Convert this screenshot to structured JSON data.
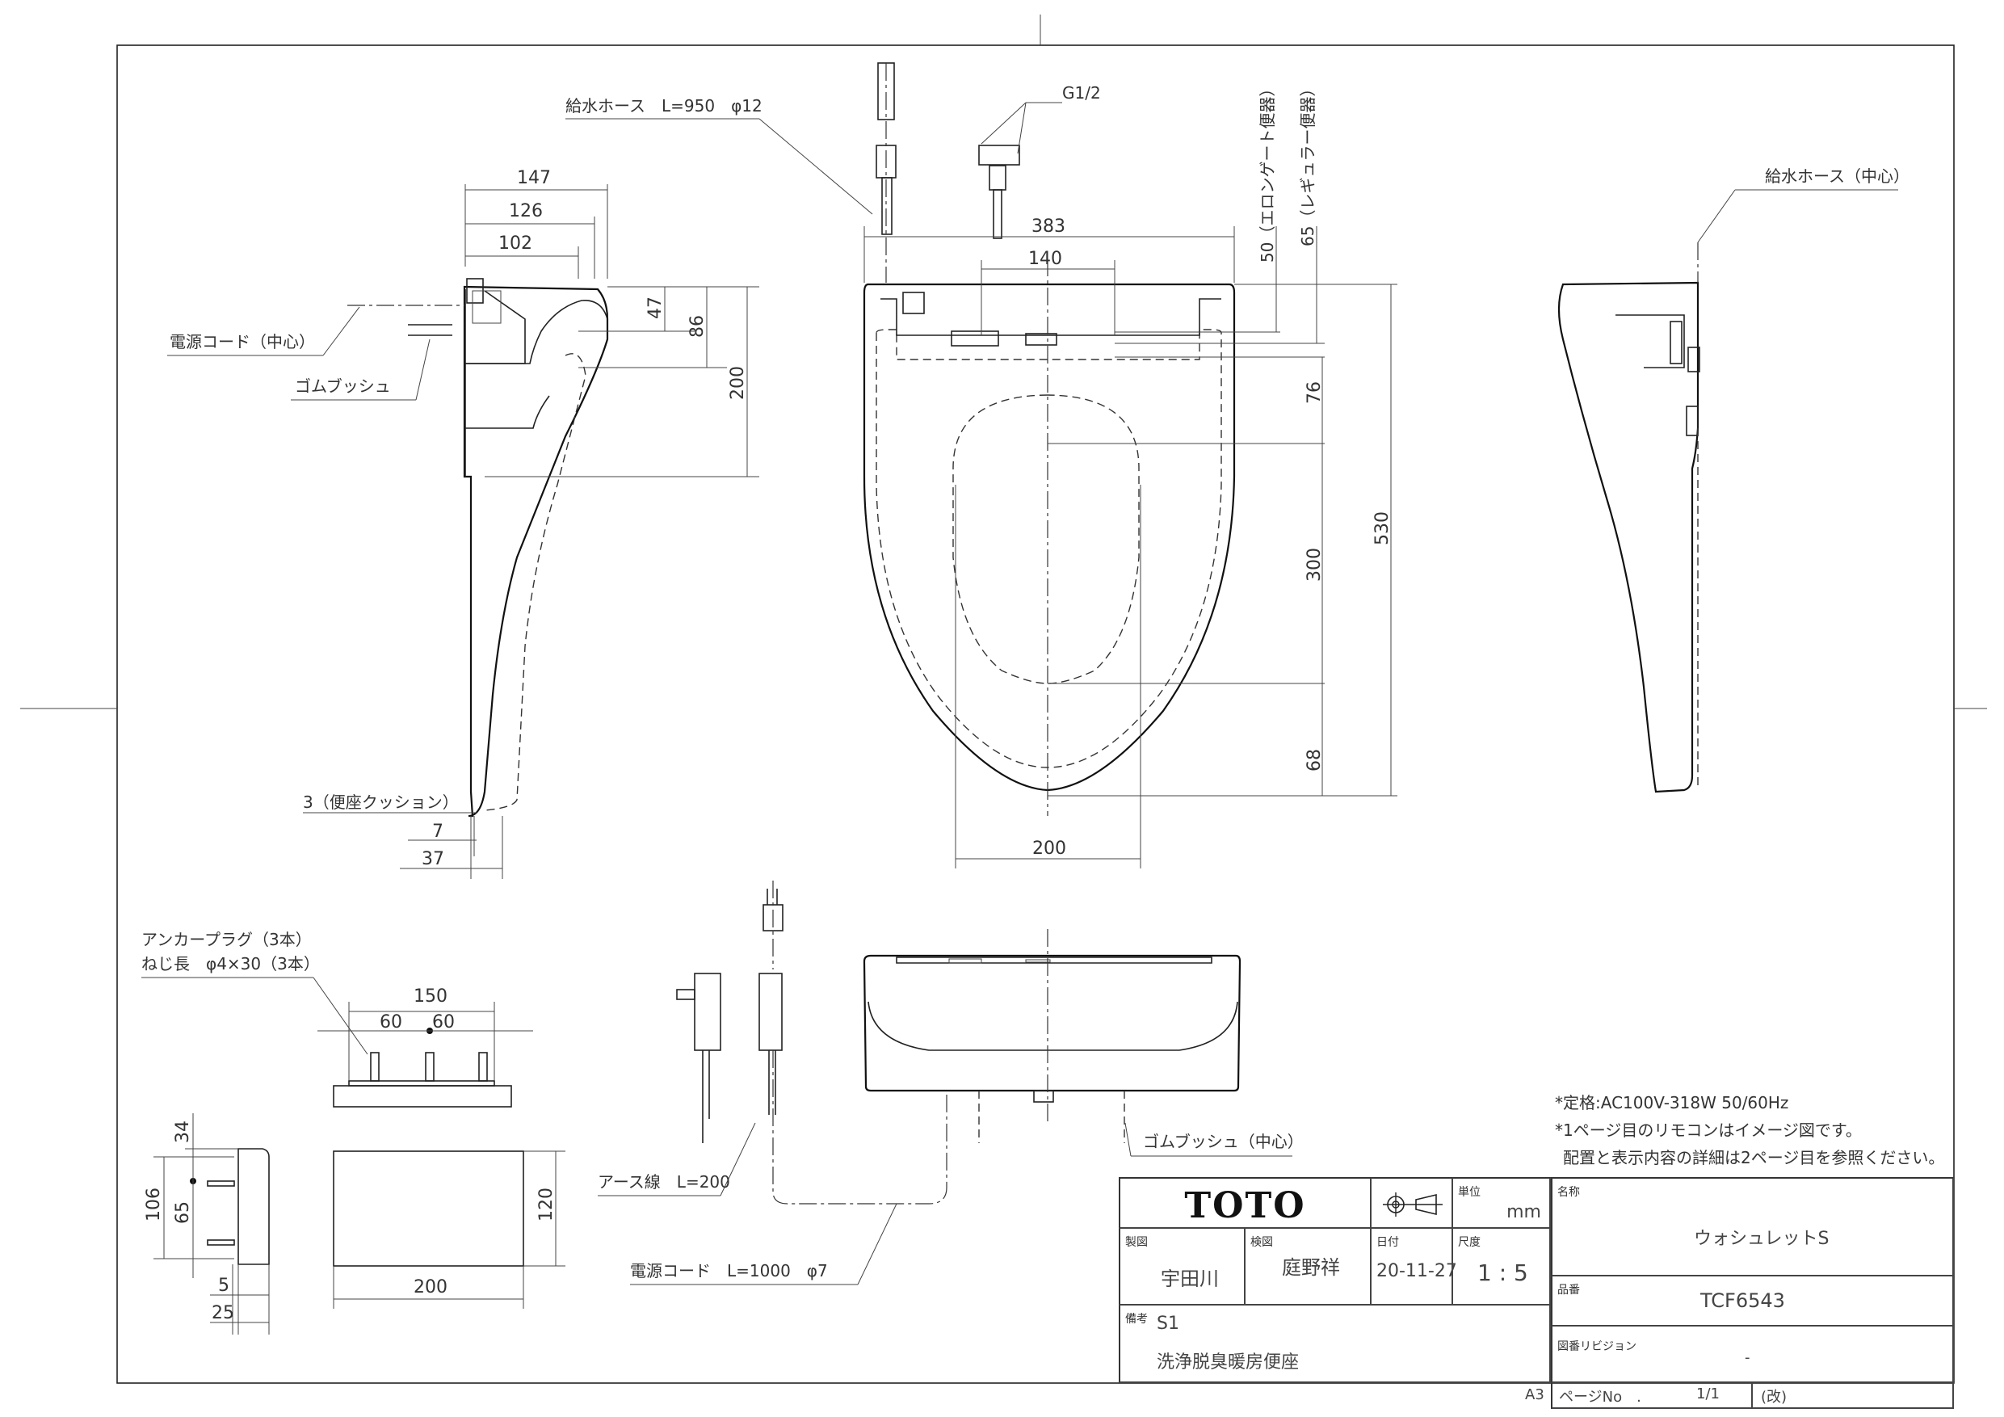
{
  "drawing": {
    "company": "TOTO",
    "paper_size": "A3",
    "unit_label": "単位",
    "unit": "mm",
    "projection_symbol": "third-angle-projection-icon"
  },
  "title_block": {
    "drafter_label": "製図",
    "drafter": "宇田川",
    "checker_label": "検図",
    "checker": "庭野祥",
    "date_label": "日付",
    "date": "20-11-27",
    "scale_label": "尺度",
    "scale": "1 : 5",
    "remarks_label": "備考",
    "remarks_code": "S1",
    "remarks_desc": "洗浄脱臭暖房便座",
    "name_label": "名称",
    "name": "ウォシュレットS",
    "part_no_label": "品番",
    "part_no": "TCF6543",
    "revision_label": "図番リビジョン",
    "revision": "-",
    "page_label": "ページNo　.",
    "page": "1/1",
    "revision_mark": "(改)"
  },
  "notes": [
    "*定格:AC100V-318W 50/60Hz",
    "*1ページ目のリモコンはイメージ図です。",
    "配置と表示内容の詳細は2ページ目を参照ください。"
  ],
  "callouts": {
    "supply_hose": "給水ホース　L=950　φ12",
    "g_thread": "G1/2",
    "supply_hose_center": "給水ホース（中心）",
    "power_cord_center": "電源コード（中心）",
    "rubber_bush": "ゴムブッシュ",
    "seat_cushion": "3（便座クッション）",
    "anchor_plug": "アンカープラグ（3本）",
    "screw": "ねじ長　φ4×30（3本）",
    "earth_wire": "アース線　L=200",
    "power_cord": "電源コード　L=1000　φ7",
    "rubber_bush_center": "ゴムブッシュ（中心）",
    "elongated": "50（エロンゲート便器）",
    "regular": "65（レギュラー便器）"
  },
  "dimensions": {
    "side_147": "147",
    "side_126": "126",
    "side_102": "102",
    "side_47": "47",
    "side_86": "86",
    "side_200": "200",
    "side_7": "7",
    "side_37": "37",
    "top_383": "383",
    "top_140": "140",
    "top_76": "76",
    "top_300": "300",
    "top_68": "68",
    "top_530": "530",
    "top_200": "200",
    "plate_150": "150",
    "plate_60a": "60",
    "plate_60b": "60",
    "plate_34": "34",
    "plate_106": "106",
    "plate_65": "65",
    "plate_5": "5",
    "plate_25": "25",
    "remote_200": "200",
    "remote_120": "120"
  }
}
